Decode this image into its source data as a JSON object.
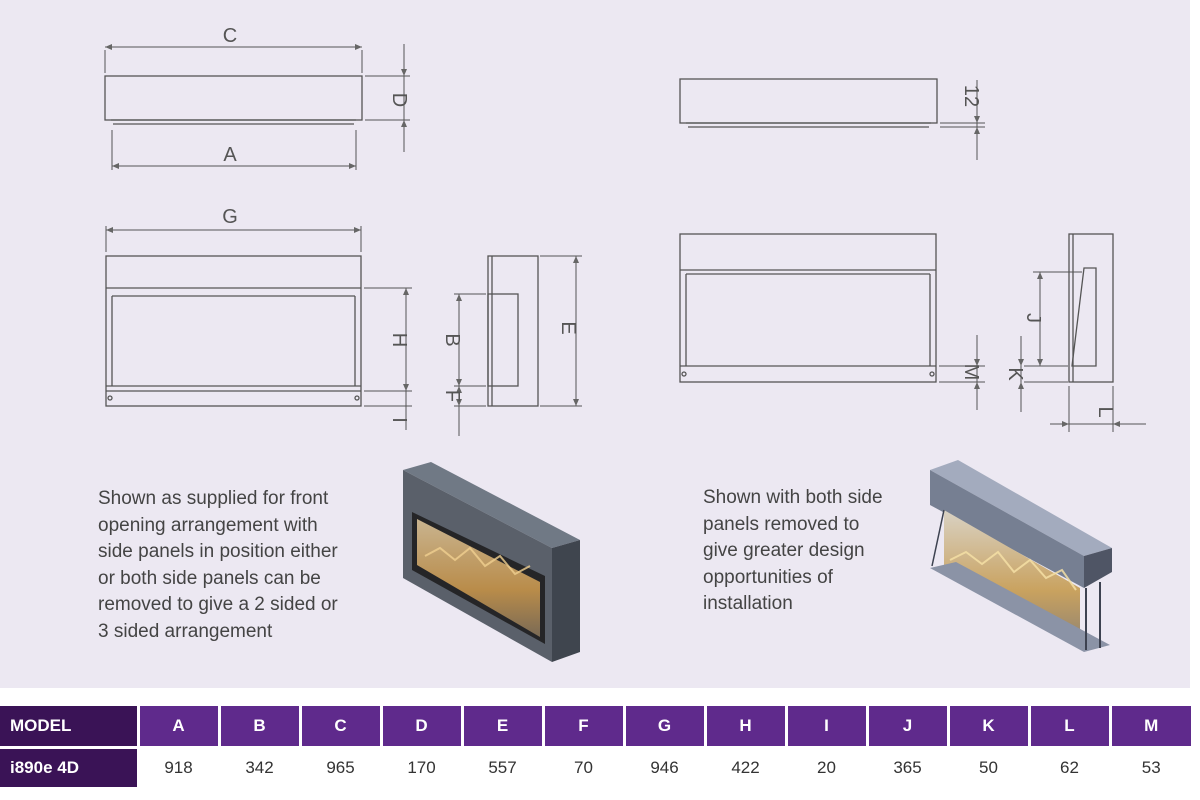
{
  "dimension_letters": {
    "C": "C",
    "A": "A",
    "D": "D",
    "G": "G",
    "H": "H",
    "B": "B",
    "F": "F",
    "E": "E",
    "I": "I",
    "twelve": "12",
    "J": "J",
    "M": "M",
    "K": "K",
    "L": "L"
  },
  "captions": {
    "left": "Shown as supplied for front\nopening arrangement with\nside panels in position either\nor both side panels can be\nremoved to give a 2 sided or\n3 sided arrangement",
    "right": "Shown with both side\npanels removed to\ngive greater design\nopportunities of\ninstallation"
  },
  "table": {
    "header_model": "MODEL",
    "columns": [
      "A",
      "B",
      "C",
      "D",
      "E",
      "F",
      "G",
      "H",
      "I",
      "J",
      "K",
      "L",
      "M"
    ],
    "rows": [
      {
        "model": "i890e 4D",
        "values": [
          "918",
          "342",
          "965",
          "170",
          "557",
          "70",
          "946",
          "422",
          "20",
          "365",
          "50",
          "62",
          "53"
        ]
      }
    ]
  },
  "colors": {
    "panel_background": "#ece8f2",
    "header_purple": "#5f2a8c",
    "model_cell_purple": "#3a1356",
    "line_color": "#555555"
  }
}
